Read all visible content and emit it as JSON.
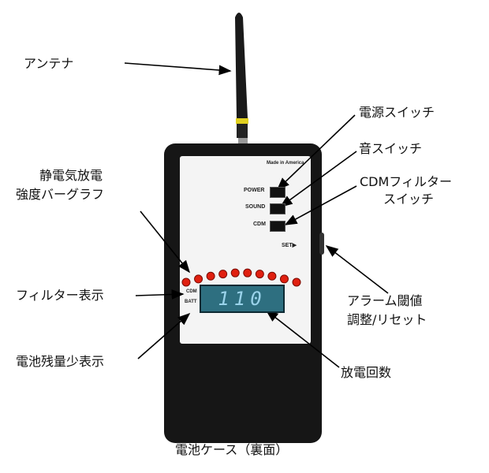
{
  "labels": {
    "antenna": "アンテナ",
    "power_switch": "電源スイッチ",
    "sound_switch": "音スイッチ",
    "cdm_switch_line1": "CDMフィルター",
    "cdm_switch_line2": "スイッチ",
    "bargraph_line1": "静電気放電",
    "bargraph_line2": "強度バーグラフ",
    "filter_indicator": "フィルター表示",
    "low_battery": "電池残量少表示",
    "alarm_line1": "アラーム閾値",
    "alarm_line2": "調整/リセット",
    "discharge_count": "放電回数",
    "battery_case": "電池ケース（裏面）"
  },
  "device": {
    "made_in": "Made in America",
    "power": "POWER",
    "sound": "SOUND",
    "cdm": "CDM",
    "set": "SET▶",
    "cdm_ind": "CDM",
    "batt_ind": "BATT",
    "display_value": "110",
    "led_count": 10,
    "led_color": "#e02010"
  }
}
